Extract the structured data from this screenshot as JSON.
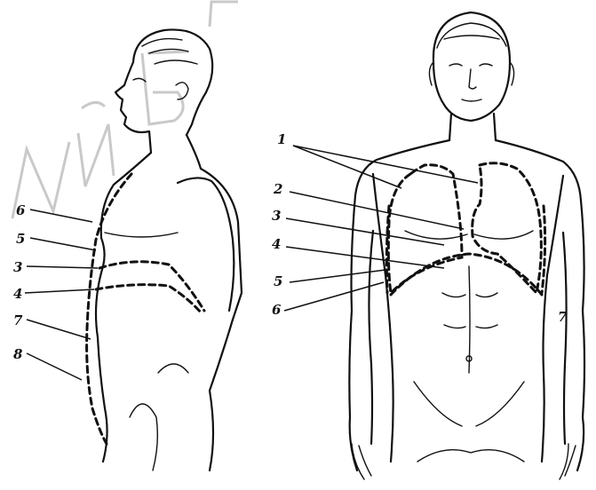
{
  "side_figure": {
    "labels": [
      "6",
      "5",
      "3",
      "4",
      "7",
      "8"
    ]
  },
  "front_figure": {
    "labels": [
      "1",
      "2",
      "3",
      "4",
      "5",
      "6",
      "7"
    ]
  },
  "watermark": {
    "text": "ИЙ БГ"
  },
  "colors": {
    "ink": "#111111",
    "background": "#ffffff",
    "watermark": "#c9c9c9"
  }
}
